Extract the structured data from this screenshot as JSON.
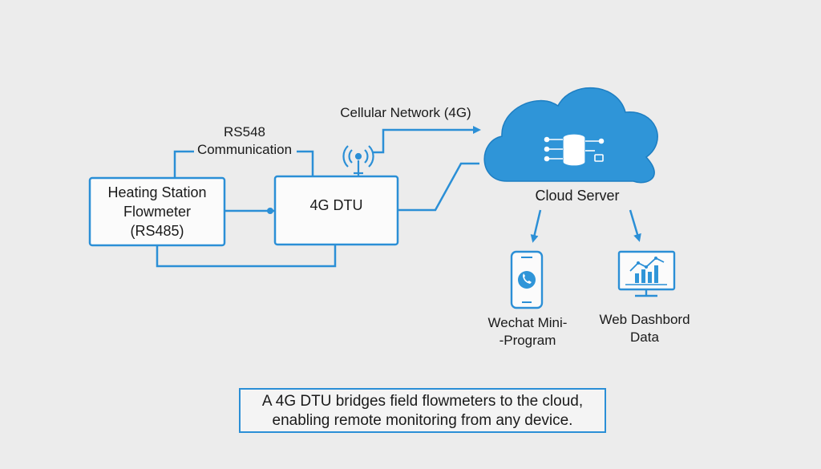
{
  "diagram": {
    "nodes": {
      "flowmeter": {
        "lines": [
          "Heating Station",
          "Flowmeter",
          "(RS485)"
        ]
      },
      "dtu": {
        "label": "4G DTU"
      },
      "cloud": {
        "label": "Cloud Server"
      },
      "wechat": {
        "lines": [
          "Wechat Mini-",
          "-Program"
        ]
      },
      "web": {
        "lines": [
          "Web Dashbord",
          "Data"
        ]
      }
    },
    "edges": {
      "rs_link": {
        "lines": [
          "RS548",
          "Communication"
        ]
      },
      "cellular": {
        "label": "Cellular Network (4G)"
      }
    },
    "caption": {
      "lines": [
        "A 4G DTU bridges field flowmeters to the cloud,",
        "enabling remote monitoring from any device."
      ]
    },
    "colors": {
      "accent": "#2b8fd6",
      "cloud_fill": "#2f95d8",
      "background": "#ececec"
    }
  }
}
